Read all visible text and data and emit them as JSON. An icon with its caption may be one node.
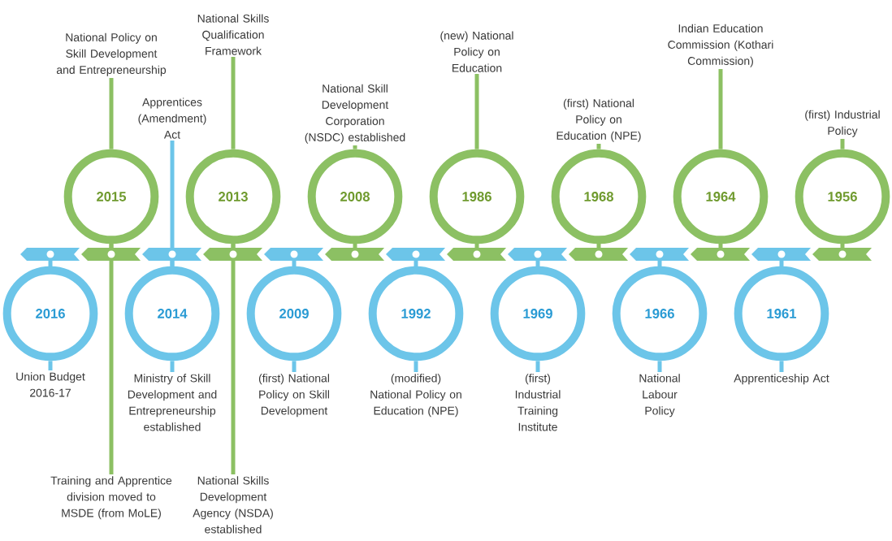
{
  "diagram": {
    "nodes": [
      {
        "text": [
          "2016"
        ]
      },
      {
        "text": [
          "2015"
        ]
      },
      {
        "text": [
          "2014"
        ]
      },
      {
        "text": [
          "2013"
        ]
      },
      {
        "text": [
          "2009"
        ]
      },
      {
        "text": [
          "2008"
        ]
      },
      {
        "text": [
          "1992"
        ]
      },
      {
        "text": [
          "1986"
        ]
      },
      {
        "text": [
          "1969"
        ]
      },
      {
        "text": [
          "1968"
        ]
      },
      {
        "text": [
          "1966"
        ]
      },
      {
        "text": [
          "1964"
        ]
      },
      {
        "text": [
          "1961"
        ]
      },
      {
        "text": [
          "1956"
        ]
      },
      {
        "text": [
          "Union Budget 2016-17"
        ]
      },
      {
        "text": [
          "National Policy on Skill Development and Entrepreneurship"
        ]
      },
      {
        "text": [
          "Training and Apprentice division moved to MSDE (from MoLE)"
        ]
      },
      {
        "text": [
          "Apprentices (Amendment) Act"
        ]
      },
      {
        "text": [
          "Ministry of Skill Development and Entrepreneurship established"
        ]
      },
      {
        "text": [
          "National Skills Qualification Framework"
        ]
      },
      {
        "text": [
          "National Skills Development Agency (NSDA) established"
        ]
      },
      {
        "text": [
          "(first) National Policy on Skill Development"
        ]
      },
      {
        "text": [
          "National Skill Development Corporation (NSDC) established"
        ]
      },
      {
        "text": [
          "(modified) National Policy on Education (NPE)"
        ]
      },
      {
        "text": [
          "(new) National Policy on Education"
        ]
      },
      {
        "text": [
          "(first) Industrial Training Institute"
        ]
      },
      {
        "text": [
          "(first) National Policy on Education (NPE)"
        ]
      },
      {
        "text": [
          "National Labour Policy"
        ]
      },
      {
        "text": [
          "Indian Education Commission (Kothari Commission)"
        ]
      },
      {
        "text": [
          "Apprenticeship Act"
        ]
      },
      {
        "text": [
          "(first) Industrial Policy"
        ]
      }
    ],
    "edges": [
      {
        "from": 14,
        "to": 0,
        "arrow": "none",
        "color": "#6cc5e9"
      },
      {
        "from": 15,
        "to": 1,
        "arrow": "none"
      },
      {
        "from": 16,
        "to": 1,
        "arrow": "none"
      },
      {
        "from": 17,
        "to": 2,
        "arrow": "none",
        "color": "#6cc5e9"
      },
      {
        "from": 18,
        "to": 2,
        "arrow": "none",
        "color": "#6cc5e9"
      },
      {
        "from": 19,
        "to": 3,
        "arrow": "none"
      },
      {
        "from": 20,
        "to": 3,
        "arrow": "none"
      },
      {
        "from": 21,
        "to": 4,
        "arrow": "none",
        "color": "#6cc5e9"
      },
      {
        "from": 22,
        "to": 5,
        "arrow": "none"
      },
      {
        "from": 23,
        "to": 6,
        "arrow": "none",
        "color": "#6cc5e9"
      },
      {
        "from": 24,
        "to": 7,
        "arrow": "none"
      },
      {
        "from": 25,
        "to": 8,
        "arrow": "none",
        "color": "#6cc5e9"
      },
      {
        "from": 26,
        "to": 9,
        "arrow": "none"
      },
      {
        "from": 27,
        "to": 10,
        "arrow": "none",
        "color": "#6cc5e9"
      },
      {
        "from": 28,
        "to": 11,
        "arrow": "none"
      },
      {
        "from": 29,
        "to": 12,
        "arrow": "none",
        "color": "#6cc5e9"
      },
      {
        "from": 30,
        "to": 13,
        "arrow": "none"
      }
    ]
  }
}
